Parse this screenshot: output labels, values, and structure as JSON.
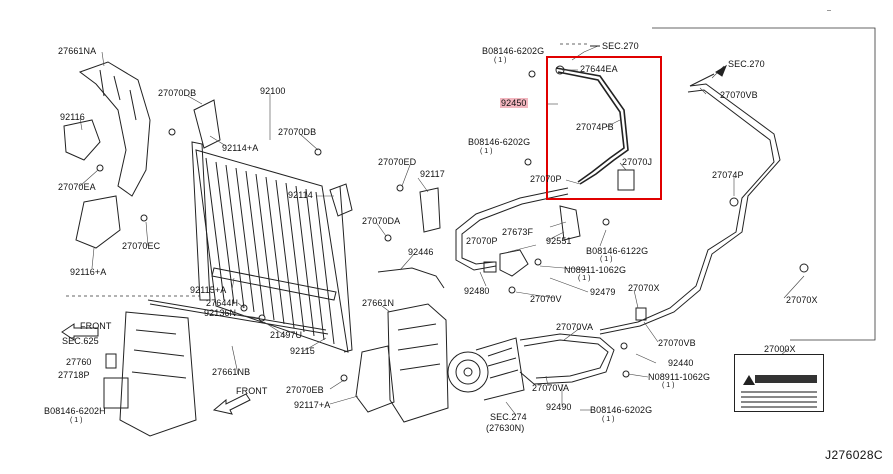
{
  "diagram_id": "J276028C",
  "highlighted_part": "92450",
  "labels": {
    "l27661NA": "27661NA",
    "l92116": "92116",
    "l27070EA": "27070EA",
    "l27070DB_a": "27070DB",
    "l92100": "92100",
    "l27070DB_b": "27070DB",
    "l92114A": "92114+A",
    "l27070ED": "27070ED",
    "l92117": "92117",
    "l92114": "92114",
    "l27070DA": "27070DA",
    "l27070EC": "27070EC",
    "l92116A": "92116+A",
    "l92446": "92446",
    "l92115A": "92115+A",
    "l27644H": "27644H",
    "l92136N": "92136N",
    "l21497U": "21497U",
    "l27661N": "27661N",
    "l92115": "92115",
    "lFRONT1": "FRONT",
    "lSEC625": "SEC.625",
    "l27760": "27760",
    "l27718P": "27718P",
    "lB8146_6202H": "B08146-6202H",
    "lB8146_6202H_q": "( 1 )",
    "l27661NB": "27661NB",
    "lFRONT2": "FRONT",
    "l27070EB": "27070EB",
    "l92117A": "92117+A",
    "lB8146_6202G_top": "B08146-6202G",
    "lB8146_6202G_top_q": "( 1 )",
    "lSEC270_a": "SEC.270",
    "l27644EA": "27644EA",
    "l92450": "92450",
    "l27074PB": "27074PB",
    "lB8146_6202G_mid": "B08146-6202G",
    "lB8146_6202G_mid_q": "( 1 )",
    "l27070J": "27070J",
    "l27070P_a": "27070P",
    "l27673F": "27673F",
    "l27070P_b": "27070P",
    "l92551": "92551",
    "lB8146_6122G": "B08146-6122G",
    "lB8146_6122G_q": "( 1 )",
    "lN8911_1062G_a": "N08911-1062G",
    "lN8911_1062G_a_q": "( 1 )",
    "l92480": "92480",
    "l27070V": "27070V",
    "l92479": "92479",
    "lSEC270_b": "SEC.270",
    "l27070VB_a": "27070VB",
    "l27074P": "27074P",
    "l27070X_a": "27070X",
    "l27070X_b": "27070X",
    "l27070VA_a": "27070VA",
    "l27070VB_b": "27070VB",
    "l92440": "92440",
    "lN8911_1062G_b": "N08911-1062G",
    "lN8911_1062G_b_q": "( 1 )",
    "l27070VA_b": "27070VA",
    "l92490": "92490",
    "lB8146_6202G_bot": "B08146-6202G",
    "lB8146_6202G_bot_q": "( 1 )",
    "lSEC274": "SEC.274",
    "l27630N": "(27630N)",
    "l27000X": "27000X"
  }
}
